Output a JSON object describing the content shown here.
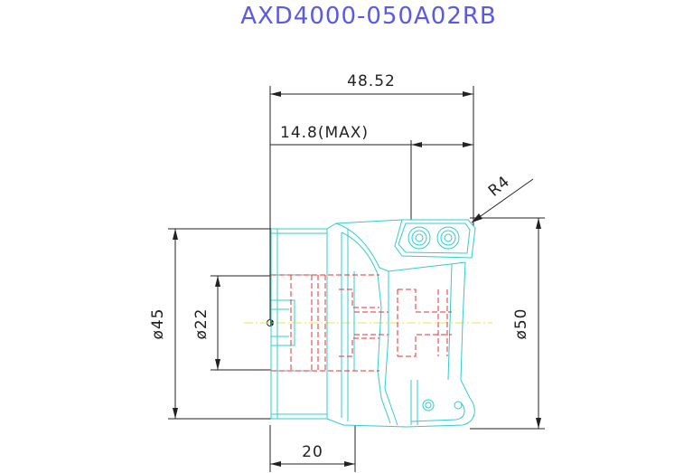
{
  "drawing": {
    "title": "AXD4000-050A02RB",
    "dimensions": {
      "overall_length": "48.52",
      "max_depth": "14.8(MAX)",
      "corner_radius": "R4",
      "diameter_45": "ø45",
      "diameter_22": "ø22",
      "diameter_50": "ø50",
      "length_20": "20"
    }
  }
}
